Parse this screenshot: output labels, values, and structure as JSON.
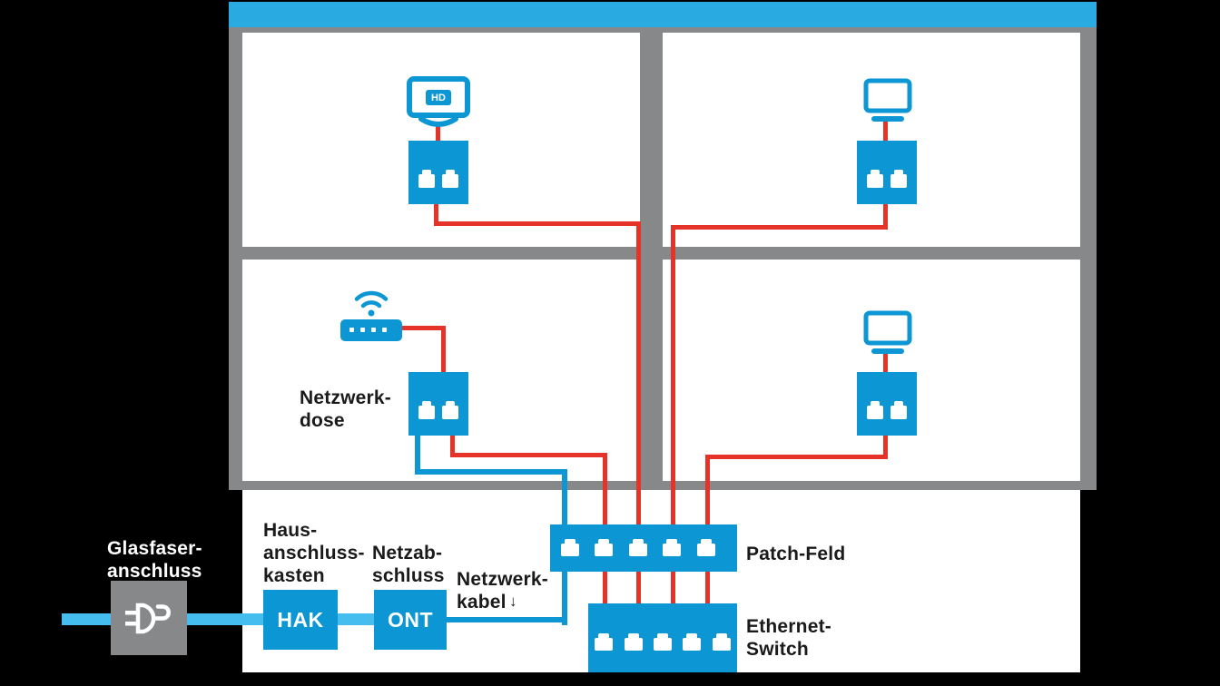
{
  "colors": {
    "device_blue": "#0d96d4",
    "roof_blue": "#29abe2",
    "fiber_blue": "#45bdee",
    "cable_red": "#e6332a",
    "wall_gray": "#87888a",
    "background_black": "#000000",
    "room_white": "#ffffff",
    "label_black": "#1a1a1a"
  },
  "labels": {
    "fiber_connection": {
      "lines": [
        "Glasfaser-",
        "anschluss"
      ]
    },
    "house_connection": {
      "lines": [
        "Haus-",
        "anschluss-",
        "kasten"
      ]
    },
    "network_termination": {
      "lines": [
        "Netzab-",
        "schluss"
      ]
    },
    "network_cable": {
      "lines": [
        "Netzwerk-",
        "kabel"
      ]
    },
    "network_cable_arrow": "↓",
    "network_socket": {
      "lines": [
        "Netzwerk-",
        "dose"
      ]
    },
    "patch_panel": "Patch-Feld",
    "ethernet_switch": {
      "lines": [
        "Ethernet-",
        "Switch"
      ]
    },
    "hak_box": "HAK",
    "ont_box": "ONT",
    "tv_badge": "HD"
  },
  "icons": {
    "fiber_plug": "fiber-plug-icon",
    "tv": "tv-icon",
    "computer": "computer-icon",
    "wifi_router": "wifi-router-icon",
    "wifi_waves": "wifi-icon",
    "rj45_port": "rj45-port-icon"
  }
}
